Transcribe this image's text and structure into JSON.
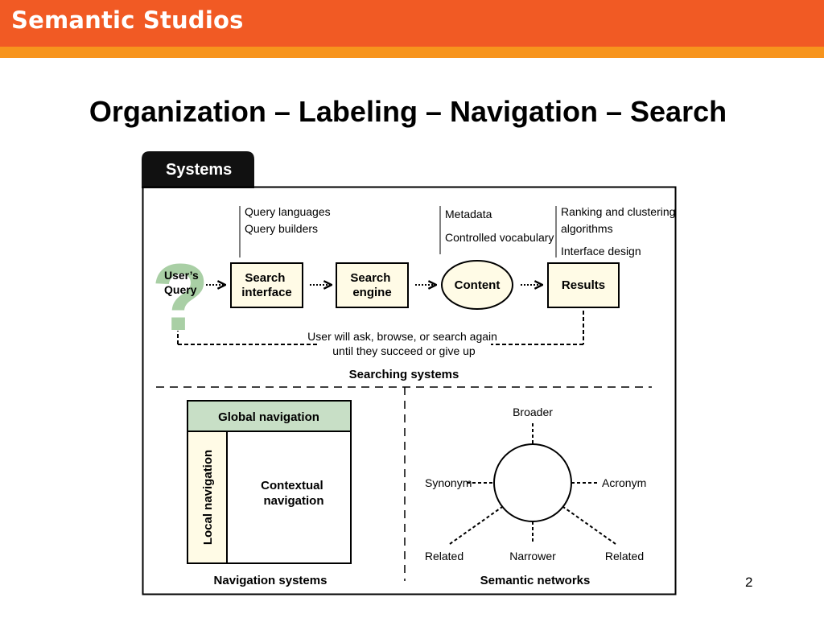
{
  "header": {
    "brand": "Semantic Studios",
    "colors": {
      "primary": "#f15a24",
      "secondary": "#f7941d"
    }
  },
  "slide": {
    "title": "Organization – Labeling – Navigation – Search",
    "page_number": "2"
  },
  "figure": {
    "tab_label": "Systems",
    "searching": {
      "users_query": [
        "User’s",
        "Query"
      ],
      "question_mark": "?",
      "search_interface": [
        "Search",
        "interface"
      ],
      "search_engine": [
        "Search",
        "engine"
      ],
      "content": "Content",
      "results": "Results",
      "notes_interface": [
        "Query languages",
        "Query builders"
      ],
      "notes_content": [
        "Metadata",
        "Controlled vocabulary"
      ],
      "notes_results": [
        "Ranking and clustering",
        "algorithms",
        "Interface design"
      ],
      "loop_note": [
        "User will ask, browse, or search again",
        "until they succeed or give up"
      ],
      "caption": "Searching systems"
    },
    "navigation": {
      "global": "Global navigation",
      "local": "Local navigation",
      "contextual": [
        "Contextual",
        "navigation"
      ],
      "caption": "Navigation systems"
    },
    "semantic": {
      "broader": "Broader",
      "synonym": "Synonym",
      "acronym": "Acronym",
      "related_left": "Related",
      "narrower": "Narrower",
      "related_right": "Related",
      "caption": "Semantic networks"
    },
    "colors": {
      "green": "#c8dfc6",
      "question": "#a9cfa5",
      "ivory": "#fffbe6",
      "tab": "#111111"
    }
  }
}
